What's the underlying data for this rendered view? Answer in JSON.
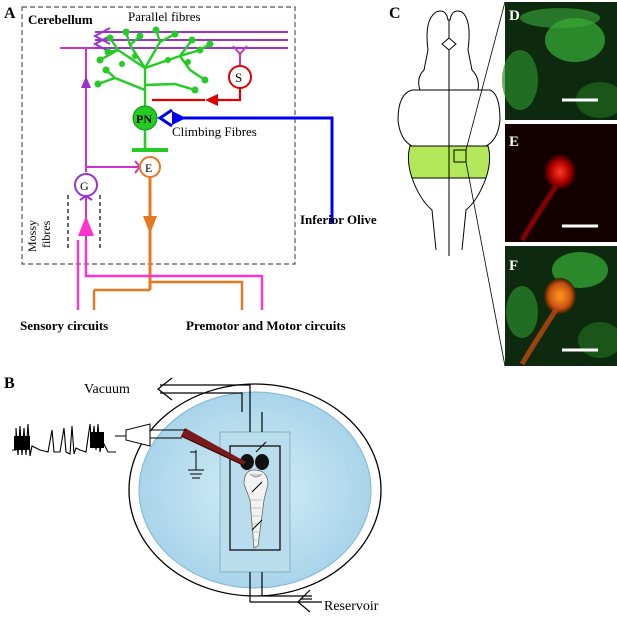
{
  "panel_a": {
    "letter": "A",
    "box_title": "Cerebellum",
    "parallel_fibres": "Parallel fibres",
    "climbing_fibres": "Climbing Fibres",
    "inferior_olive": "Inferior Olive",
    "mossy_fibres_line1": "Mossy",
    "mossy_fibres_line2": "fibres",
    "sensory_circuits": "Sensory circuits",
    "premotor_motor": "Premotor and Motor circuits",
    "cell_pn": "PN",
    "cell_s": "S",
    "cell_e": "E",
    "cell_g": "G"
  },
  "panel_b": {
    "letter": "B",
    "vacuum": "Vacuum",
    "reservoir": "Reservoir"
  },
  "panel_c": {
    "letter": "C"
  },
  "panel_d": {
    "letter": "D"
  },
  "panel_e": {
    "letter": "E"
  },
  "panel_f": {
    "letter": "F"
  },
  "colors": {
    "magenta": "#cc33cc",
    "purple": "#9933cc",
    "green": "#22cc22",
    "red": "#e00000",
    "blue": "#0000ee",
    "orange": "#e87820",
    "pink": "#ff33cc",
    "brain_green": "#b3e85a"
  }
}
